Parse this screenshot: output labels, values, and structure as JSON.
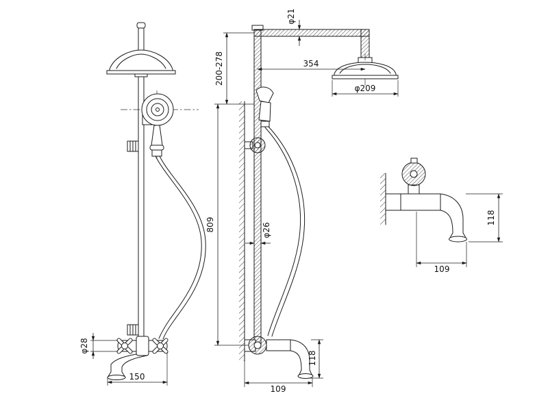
{
  "page": {
    "background": "#ffffff",
    "line_color": "#1a1a1a"
  },
  "views": {
    "front": {
      "dim_spout_diameter": "φ28",
      "dim_spout_reach": "150"
    },
    "side": {
      "dim_arm_pipe_diameter": "φ21",
      "dim_height_adjust_range": "200-278",
      "dim_arm_reach": "354",
      "dim_head_diameter": "φ209",
      "dim_riser_height": "809",
      "dim_riser_diameter": "φ26",
      "dim_spout_drop": "118",
      "dim_spout_reach": "109"
    },
    "spout_detail": {
      "dim_spout_drop": "118",
      "dim_spout_reach": "109"
    }
  }
}
